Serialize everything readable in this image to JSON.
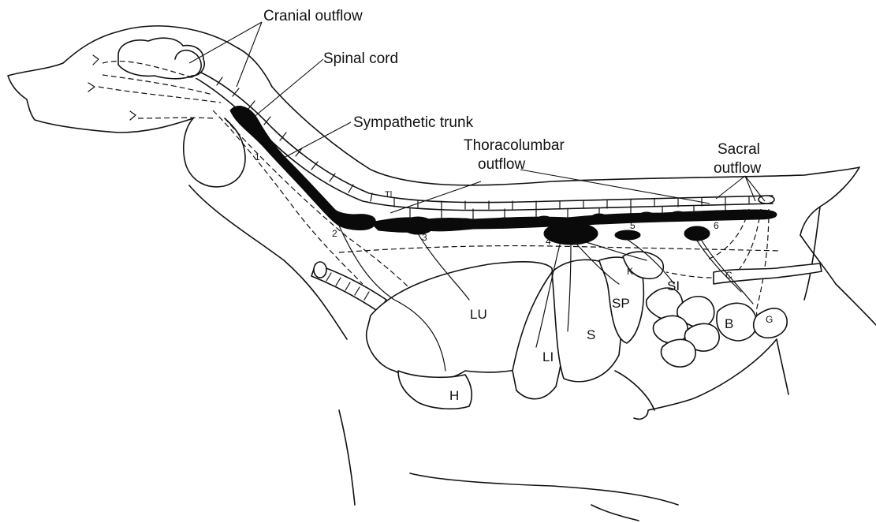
{
  "title_labels": {
    "cranial_outflow": "Cranial outflow",
    "spinal_cord": "Spinal cord",
    "sympathetic_trunk": "Sympathetic trunk",
    "thoracolumbar_line1": "Thoracolumbar",
    "thoracolumbar_line2": "outflow",
    "sacral_line1": "Sacral",
    "sacral_line2": "outflow",
    "tl_marker": "Tl"
  },
  "ganglion_numbers": {
    "g1": "1",
    "g2": "2",
    "g3": "3",
    "g4": "4",
    "g5": "5",
    "g6": "6"
  },
  "organ_labels": {
    "lungs": "LU",
    "heart": "H",
    "liver": "LI",
    "stomach": "S",
    "spleen": "SP",
    "kidney": "K",
    "small_intestine": "SI",
    "colon": "C",
    "bladder": "B",
    "genitals": "G"
  }
}
